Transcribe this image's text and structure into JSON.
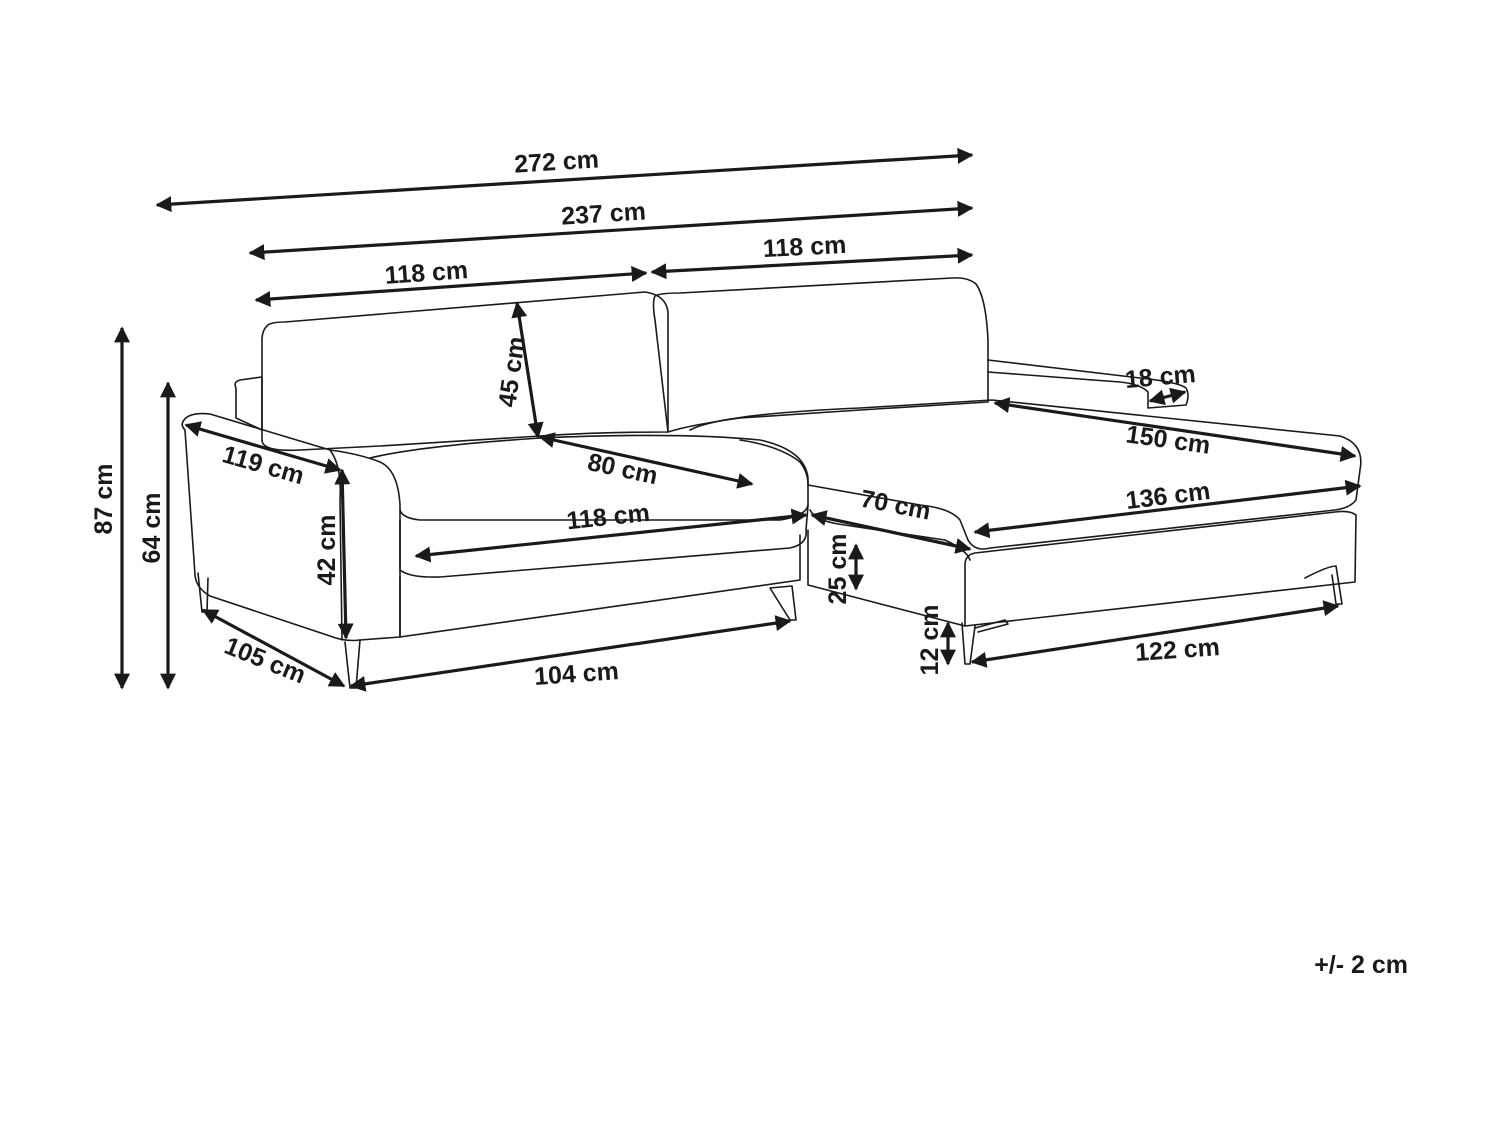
{
  "dimensions": {
    "overall_width": "272 cm",
    "seat_width_total": "237 cm",
    "back_left_width": "118 cm",
    "back_right_width": "118 cm",
    "armrest_width": "18 cm",
    "back_height": "45 cm",
    "arm_depth": "119 cm",
    "seat_depth": "80 cm",
    "chaise_length": "150 cm",
    "seat_front_width": "118 cm",
    "chaise_inner_width": "70 cm",
    "chaise_front_width": "136 cm",
    "total_height": "87 cm",
    "arm_height": "64 cm",
    "seat_height": "42 cm",
    "cushion_height": "25 cm",
    "leg_height": "12 cm",
    "side_depth": "105 cm",
    "front_base_width": "104 cm",
    "chaise_base_width": "122 cm"
  },
  "tolerance": "+/- 2 cm"
}
